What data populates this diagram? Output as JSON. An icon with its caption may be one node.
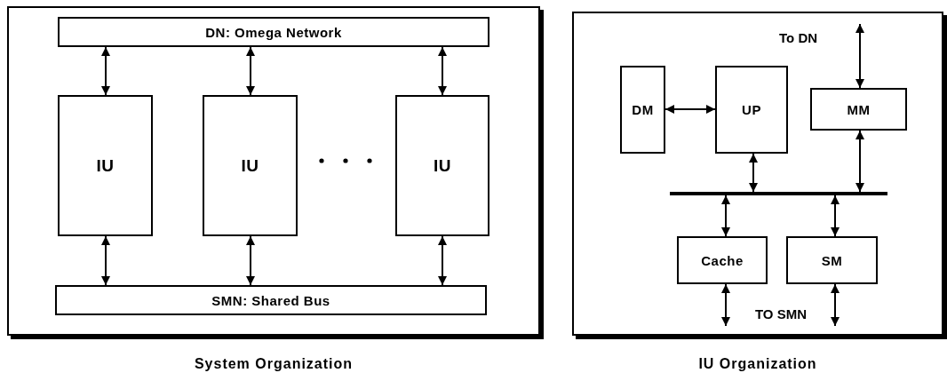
{
  "diagram": {
    "nodes": [
      {
        "text": [
          "System Organization"
        ]
      },
      {
        "text": [
          "DN: Omega Network"
        ],
        "in": 0
      },
      {
        "text": [
          "IU"
        ],
        "in": 0
      },
      {
        "text": [
          "IU"
        ],
        "in": 0
      },
      {
        "text": [
          "IU"
        ],
        "in": 0
      },
      {
        "text": [
          "SMN: Shared Bus"
        ],
        "in": 0
      },
      {
        "text": [
          "IU Organization"
        ]
      },
      {
        "text": [
          "DM"
        ],
        "in": 6
      },
      {
        "text": [
          "UP"
        ],
        "in": 6
      },
      {
        "text": [
          "MM"
        ],
        "in": 6
      },
      {
        "text": [],
        "shape": "bar",
        "in": 6
      },
      {
        "text": [
          "Cache"
        ],
        "in": 6
      },
      {
        "text": [
          "SM"
        ],
        "in": 6
      },
      {
        "text": [
          "TO SMN"
        ],
        "in": 6
      },
      {
        "text": [
          "To DN"
        ],
        "in": 6
      }
    ],
    "edges": [
      {
        "from": 1,
        "to": 2,
        "arrow": "both"
      },
      {
        "from": 1,
        "to": 3,
        "arrow": "both"
      },
      {
        "from": 1,
        "to": 4,
        "arrow": "both"
      },
      {
        "from": 2,
        "to": 5,
        "arrow": "both"
      },
      {
        "from": 3,
        "to": 5,
        "arrow": "both"
      },
      {
        "from": 4,
        "to": 5,
        "arrow": "both"
      },
      {
        "from": 7,
        "to": 8,
        "arrow": "both"
      },
      {
        "from": 8,
        "to": 10,
        "arrow": "both"
      },
      {
        "from": 9,
        "to": 10,
        "arrow": "both"
      },
      {
        "from": 10,
        "to": 11,
        "arrow": "both"
      },
      {
        "from": 10,
        "to": 12,
        "arrow": "both"
      },
      {
        "from": 9,
        "to": 14,
        "arrow": "both"
      },
      {
        "from": 11,
        "to": 13,
        "arrow": "both"
      },
      {
        "from": 12,
        "to": 13,
        "arrow": "both"
      }
    ]
  }
}
